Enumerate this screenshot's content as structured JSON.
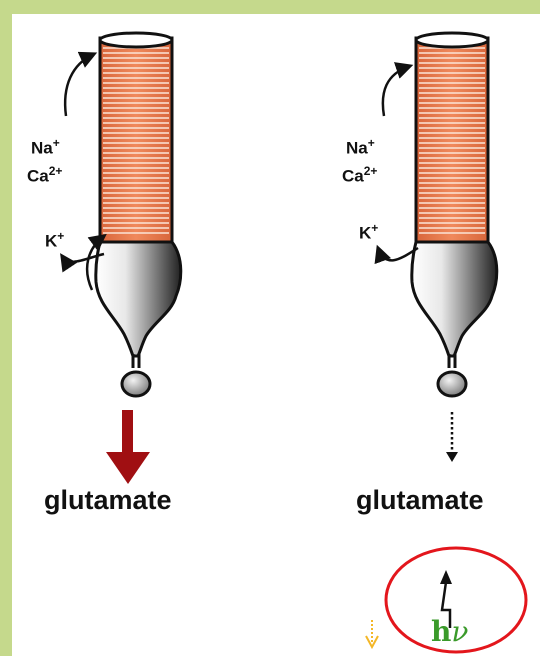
{
  "colors": {
    "background": "#c5d98c",
    "outer_segment": "#e87a4e",
    "disc_line": "#fbe4d6",
    "release_arrow": "#a00f12",
    "light_circle": "#e3161c",
    "photon_label": "#3a9a2a",
    "hint_arrow": "#f4b728"
  },
  "icons": [
    "release-arrow-icon",
    "reduced-release-arrow-icon",
    "lightning-icon",
    "dashed-down-arrow-icon"
  ],
  "left_cell": {
    "ions": {
      "na": "Na",
      "na_charge": "+",
      "ca": "Ca",
      "ca_charge": "2+",
      "k": "K",
      "k_charge": "+"
    },
    "output": "glutamate"
  },
  "right_cell": {
    "ions": {
      "na": "Na",
      "na_charge": "+",
      "ca": "Ca",
      "ca_charge": "2+",
      "k": "K",
      "k_charge": "+"
    },
    "output": "glutamate"
  },
  "stimulus": {
    "h": "h",
    "nu": "ν"
  }
}
